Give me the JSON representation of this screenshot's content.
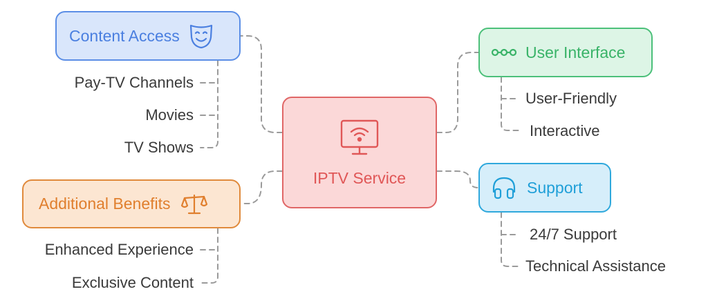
{
  "center": {
    "label": "IPTV Service",
    "icon": "tv-wifi-icon"
  },
  "branches": {
    "content_access": {
      "label": "Content Access",
      "icon": "theater-mask-icon",
      "items": [
        "Pay-TV Channels",
        "Movies",
        "TV Shows"
      ]
    },
    "additional_benefits": {
      "label": "Additional Benefits",
      "icon": "balance-scale-icon",
      "items": [
        "Enhanced Experience",
        "Exclusive Content"
      ]
    },
    "user_interface": {
      "label": "User Interface",
      "icon": "dots-connector-icon",
      "items": [
        "User-Friendly",
        "Interactive"
      ]
    },
    "support": {
      "label": "Support",
      "icon": "headphones-icon",
      "items": [
        "24/7 Support",
        "Technical Assistance"
      ]
    }
  },
  "colors": {
    "center": {
      "fill": "#fbd8d8",
      "stroke": "#e06666",
      "text": "#e05757"
    },
    "content_access": {
      "fill": "#d9e6fb",
      "stroke": "#5b8ee6",
      "text": "#4a7fe0"
    },
    "additional_benefits": {
      "fill": "#fce6d2",
      "stroke": "#e08a3c",
      "text": "#e07f2e"
    },
    "user_interface": {
      "fill": "#ddf5e6",
      "stroke": "#4cc07a",
      "text": "#39b368"
    },
    "support": {
      "fill": "#d6eefa",
      "stroke": "#2fa8dc",
      "text": "#1f9fd8"
    },
    "connector": "#9a9a9a"
  }
}
